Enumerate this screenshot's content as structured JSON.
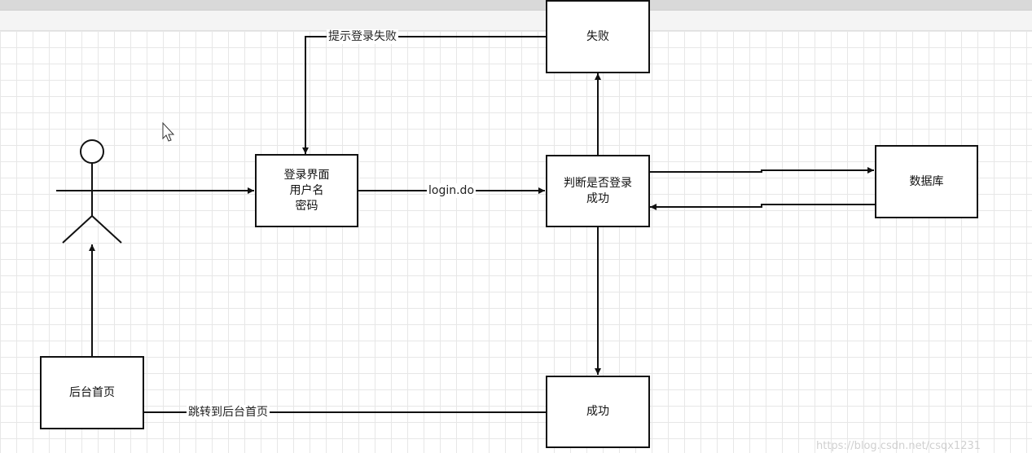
{
  "nodes": {
    "login_page": {
      "lines": [
        "登录界面",
        "用户名",
        "密码"
      ]
    },
    "judge": {
      "lines": [
        "判断是否登录",
        "成功"
      ]
    },
    "fail": {
      "label": "失败"
    },
    "success": {
      "label": "成功"
    },
    "database": {
      "label": "数据库"
    },
    "admin_home": {
      "label": "后台首页"
    }
  },
  "edges": {
    "user_to_login": "",
    "login_to_judge": "login.do",
    "judge_to_fail": "",
    "fail_to_login": "提示登录失败",
    "judge_to_success": "",
    "success_to_admin_home": "跳转到后台首页",
    "admin_home_to_user": "",
    "judge_to_database": "",
    "database_to_judge": ""
  },
  "watermark": "https://blog.csdn.net/csqx1231"
}
